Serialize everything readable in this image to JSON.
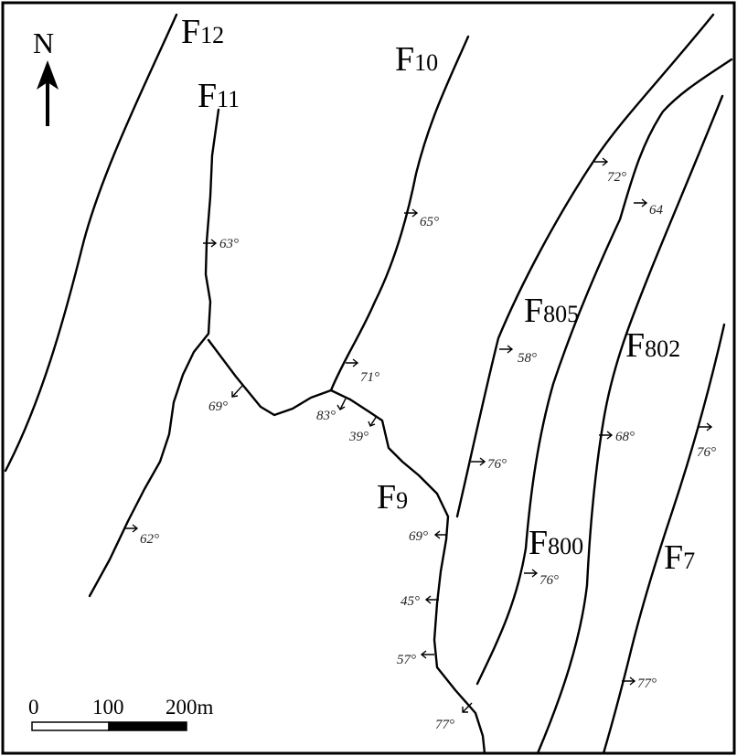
{
  "north": {
    "label": "N"
  },
  "scale_bar": {
    "tick_labels": [
      "0",
      "100",
      "200m"
    ]
  },
  "faults": [
    {
      "id": "F12",
      "main": "F",
      "sub": "12"
    },
    {
      "id": "F11",
      "main": "F",
      "sub": "11"
    },
    {
      "id": "F10",
      "main": "F",
      "sub": "10"
    },
    {
      "id": "F9",
      "main": "F",
      "sub": "9"
    },
    {
      "id": "F805",
      "main": "F",
      "sub": "805"
    },
    {
      "id": "F802",
      "main": "F",
      "sub": "802"
    },
    {
      "id": "F800",
      "main": "F",
      "sub": "800"
    },
    {
      "id": "F7",
      "main": "F",
      "sub": "7"
    }
  ],
  "dip_angles": [
    {
      "fault": "F11",
      "value": "63°"
    },
    {
      "fault": "F11",
      "value": "62°"
    },
    {
      "fault": "F9",
      "value": "69°"
    },
    {
      "fault": "F10",
      "value": "65°"
    },
    {
      "fault": "F10",
      "value": "71°"
    },
    {
      "fault": "F9",
      "value": "83°"
    },
    {
      "fault": "F9",
      "value": "39°"
    },
    {
      "fault": "F9",
      "value": "69°"
    },
    {
      "fault": "F9",
      "value": "45°"
    },
    {
      "fault": "F9",
      "value": "57°"
    },
    {
      "fault": "F9",
      "value": "77°"
    },
    {
      "fault": "F805",
      "value": "72°"
    },
    {
      "fault": "F805",
      "value": "58°"
    },
    {
      "fault": "F805",
      "value": "76°"
    },
    {
      "fault": "F800",
      "value": "64"
    },
    {
      "fault": "F800",
      "value": "76°"
    },
    {
      "fault": "F802",
      "value": "68°"
    },
    {
      "fault": "F7",
      "value": "76°"
    },
    {
      "fault": "F7",
      "value": "77°"
    }
  ]
}
